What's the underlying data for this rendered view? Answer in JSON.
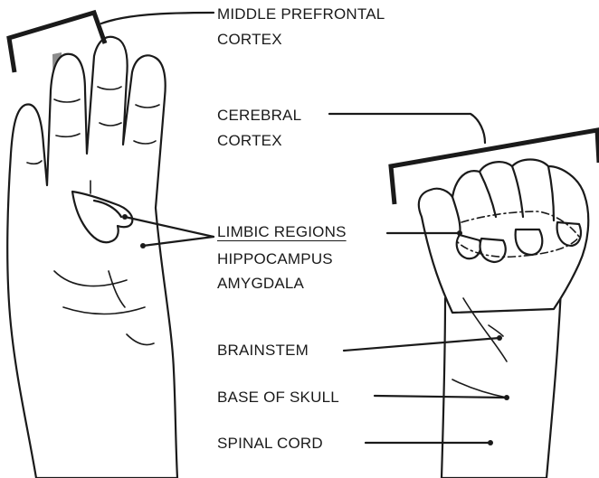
{
  "labels": {
    "middle_prefrontal_line1": "MIDDLE PREFRONTAL",
    "middle_prefrontal_line2": "CORTEX",
    "cerebral_line1": "CEREBRAL",
    "cerebral_line2": "CORTEX",
    "limbic_regions": "LIMBIC REGIONS",
    "hippocampus": "HIPPOCAMPUS",
    "amygdala": "AMYGDALA",
    "brainstem": "BRAINSTEM",
    "base_of_skull": "BASE OF SKULL",
    "spinal_cord": "SPINAL CORD"
  },
  "colors": {
    "ink": "#1a1a1a",
    "shadow": "#8c8c8c",
    "background": "#ffffff"
  }
}
